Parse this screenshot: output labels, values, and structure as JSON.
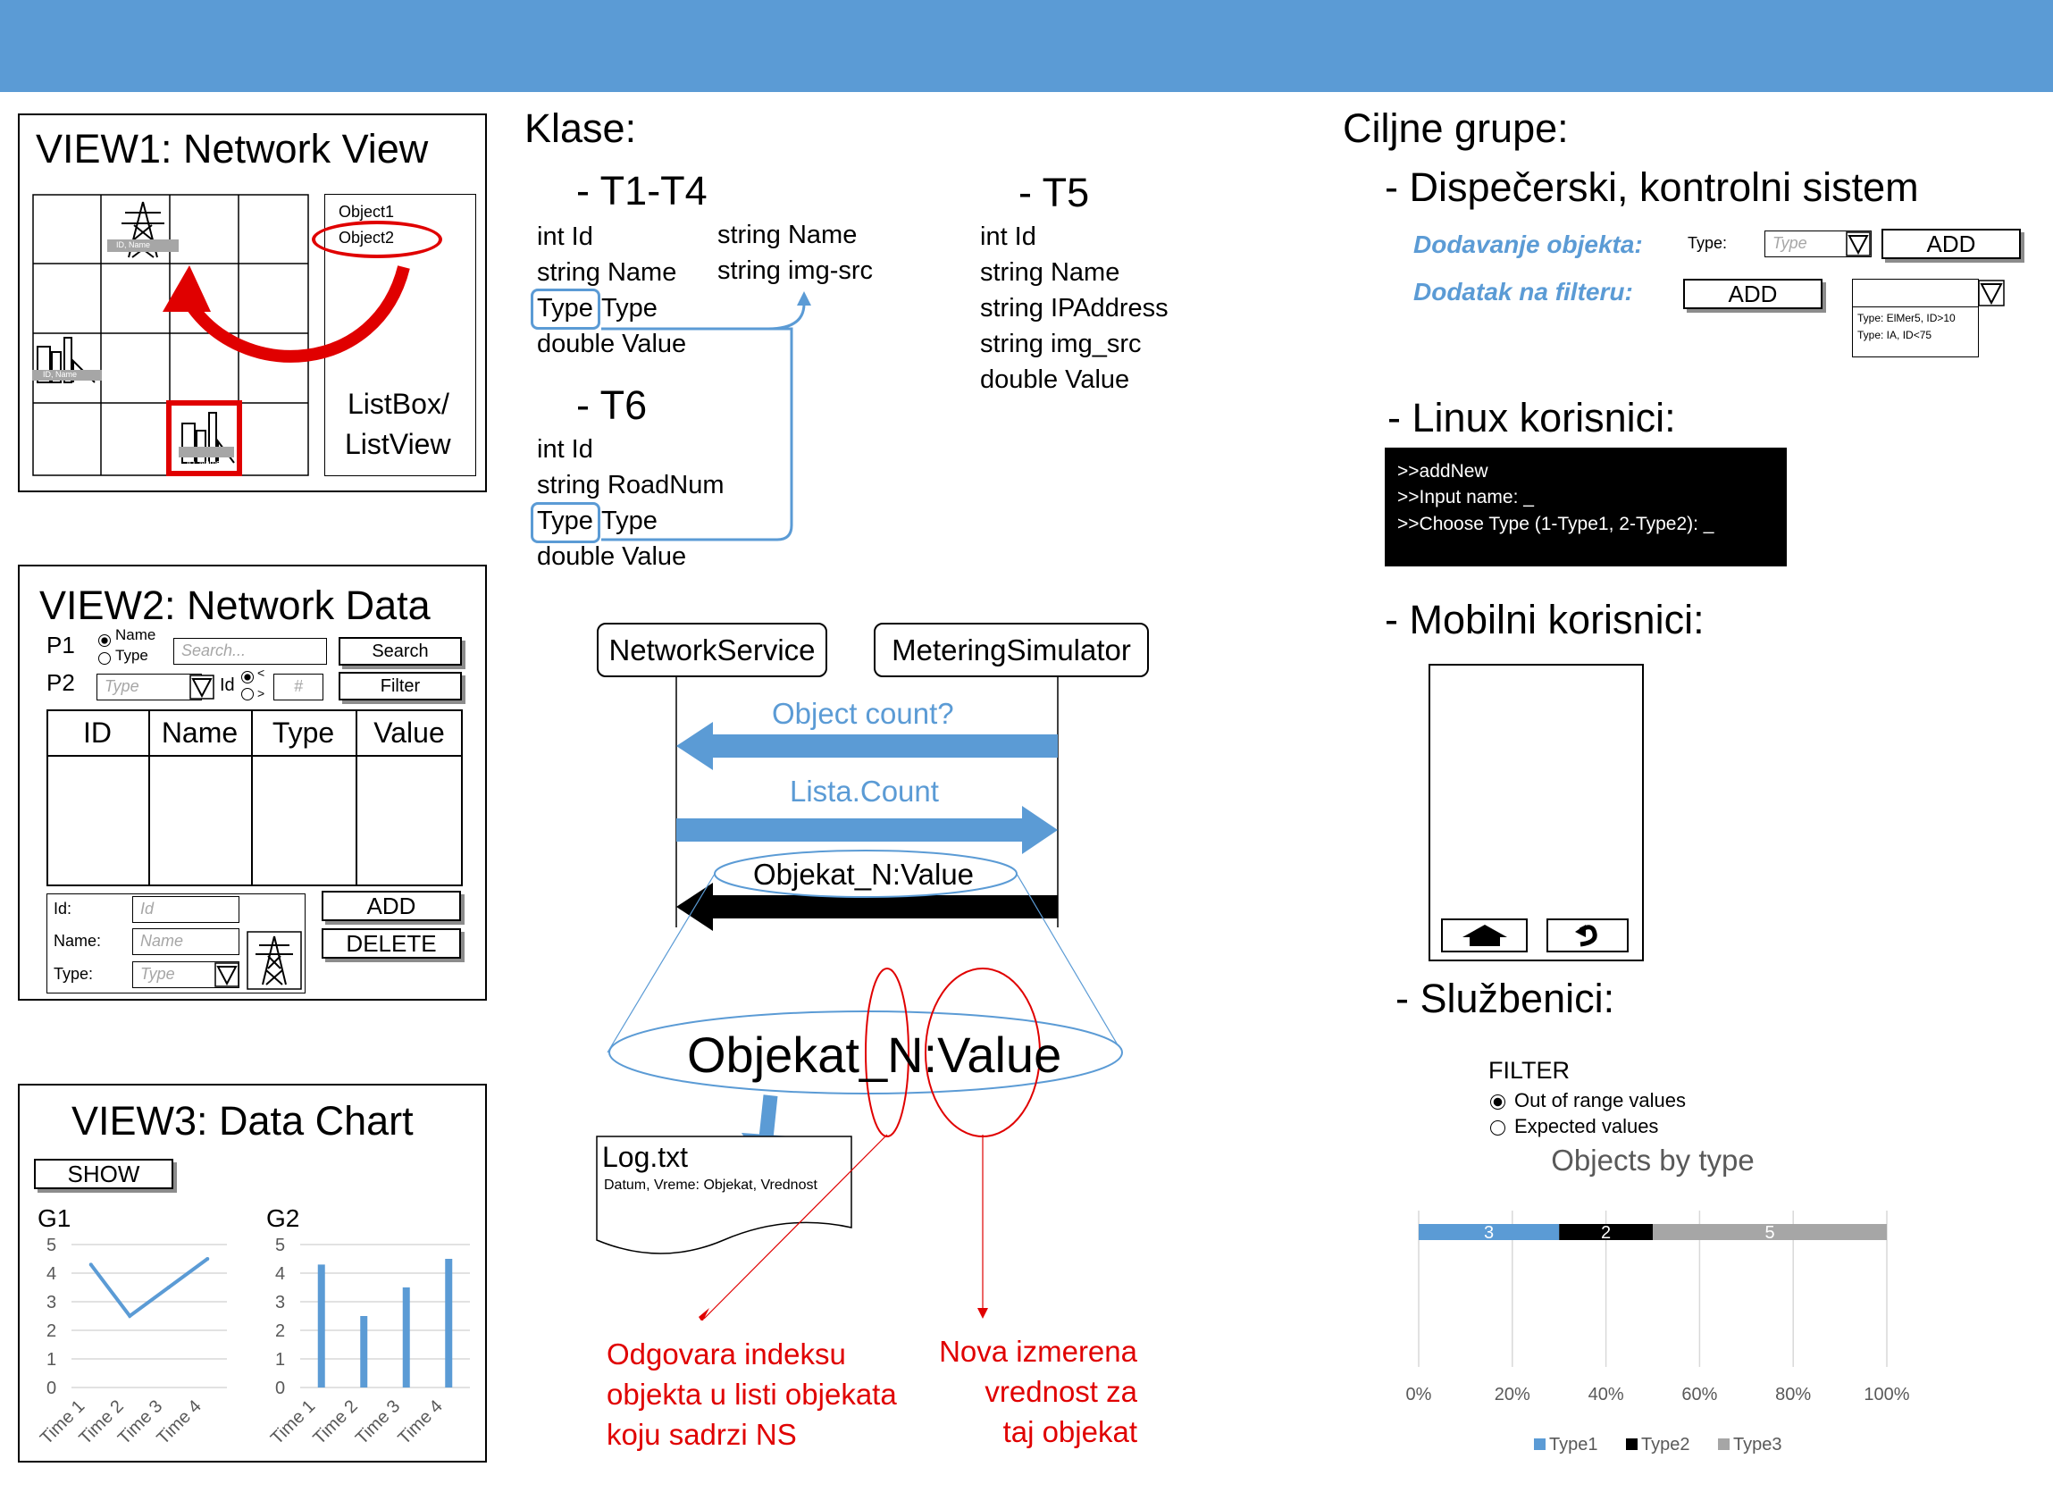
{
  "view1": {
    "title": "VIEW1: Network View",
    "listbox_items": [
      "Object1",
      "Object2"
    ],
    "listbox_caption_line1": "ListBox/",
    "listbox_caption_line2": "ListView",
    "tower_label": "ID, Name",
    "factory_label_1": "ID, Name",
    "factory_label_2": "ID, Name"
  },
  "view2": {
    "title": "VIEW2: Network Data",
    "p1": "P1",
    "p2": "P2",
    "radio_name": "Name",
    "radio_type": "Type",
    "search_placeholder": "Search...",
    "search_button": "Search",
    "type_placeholder": "Type",
    "id_label": "Id",
    "lt": "<",
    "gt": ">",
    "hash_placeholder": "#",
    "filter_button": "Filter",
    "columns": [
      "ID",
      "Name",
      "Type",
      "Value"
    ],
    "form": {
      "id_label": "Id:",
      "id_placeholder": "Id",
      "name_label": "Name:",
      "name_placeholder": "Name",
      "type_label": "Type:",
      "type_placeholder": "Type",
      "add_button": "ADD",
      "delete_button": "DELETE"
    }
  },
  "view3": {
    "title": "VIEW3: Data Chart",
    "show_button": "SHOW"
  },
  "klase": {
    "heading": "Klase:",
    "t1t4": {
      "heading": "- T1-T4",
      "fields_left": [
        "int Id",
        "string Name",
        "Type",
        "double Value"
      ],
      "type_suffix": "Type",
      "fields_right": [
        "string Name",
        "string img-src"
      ]
    },
    "t6": {
      "heading": "- T6",
      "fields": [
        "int Id",
        "string RoadNum",
        "Type",
        "double Value"
      ],
      "type_suffix": "Type"
    },
    "t5": {
      "heading": "- T5",
      "fields": [
        "int Id",
        "string Name",
        "string IPAddress",
        "string img_src",
        "double Value"
      ]
    }
  },
  "sequence": {
    "network_service": "NetworkService",
    "metering_simulator": "MeteringSimulator",
    "msg1": "Object count?",
    "msg2": "Lista.Count",
    "msg3": "Objekat_N:Value",
    "zoom": "Objekat_N:Value",
    "log_title": "Log.txt",
    "log_sub": "Datum, Vreme: Objekat, Vrednost",
    "note_left": [
      "Odgovara indeksu",
      "objekta u listi objekata",
      "koju sadrzi NS"
    ],
    "note_right": [
      "Nova izmerena",
      "vrednost za",
      "taj objekat"
    ],
    "colors": {
      "accent": "#5b9bd5",
      "note": "#e00000"
    }
  },
  "ciljne": {
    "heading": "Ciljne grupe:",
    "dispecerski": {
      "heading": "- Dispečerski, kontrolni sistem",
      "dodavanje": "Dodavanje objekta:",
      "type_label": "Type:",
      "type_placeholder": "Type",
      "add_button": "ADD",
      "dodatak": "Dodatak na filteru:",
      "add_button2": "ADD",
      "filter_list": [
        "Type: ElMer5, ID>10",
        "Type: IA, ID<75"
      ]
    },
    "linux": {
      "heading": "- Linux korisnici:",
      "console": [
        ">>addNew",
        ">>Input name: _",
        ">>Choose Type (1-Type1, 2-Type2): _"
      ]
    },
    "mobilni": {
      "heading": "- Mobilni korisnici:"
    },
    "sluzbenici": {
      "heading": "- Službenici:",
      "filter_title": "FILTER",
      "opt1": "Out of range values",
      "opt2": "Expected values"
    }
  },
  "chart_data": [
    {
      "type": "line",
      "title": "G1",
      "categories": [
        "Time 1",
        "Time 2",
        "Time 3",
        "Time 4"
      ],
      "values": [
        4.3,
        2.5,
        3.5,
        4.5
      ],
      "ylim": [
        0,
        5
      ],
      "yticks": [
        0,
        1,
        2,
        3,
        4,
        5
      ],
      "grid": true,
      "color": "#5b9bd5"
    },
    {
      "type": "bar",
      "title": "G2",
      "categories": [
        "Time 1",
        "Time 2",
        "Time 3",
        "Time 4"
      ],
      "values": [
        4.3,
        2.5,
        3.5,
        4.5
      ],
      "ylim": [
        0,
        5
      ],
      "yticks": [
        0,
        1,
        2,
        3,
        4,
        5
      ],
      "grid": true,
      "color": "#5b9bd5"
    },
    {
      "type": "bar",
      "orientation": "horizontal-stacked-100",
      "title": "Objects by type",
      "series": [
        {
          "name": "Type1",
          "value": 3,
          "color": "#5b9bd5"
        },
        {
          "name": "Type2",
          "value": 2,
          "color": "#000000"
        },
        {
          "name": "Type3",
          "value": 5,
          "color": "#a6a6a6"
        }
      ],
      "xticks": [
        "0%",
        "20%",
        "40%",
        "60%",
        "80%",
        "100%"
      ],
      "legend": "bottom",
      "grid": true
    }
  ]
}
